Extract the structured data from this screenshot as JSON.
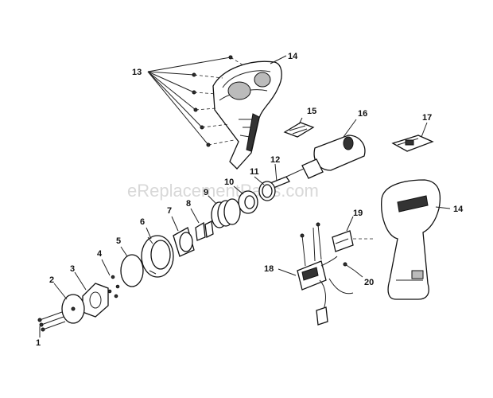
{
  "watermark": "eReplacementParts.com",
  "callouts": [
    "1",
    "2",
    "3",
    "4",
    "5",
    "6",
    "7",
    "8",
    "9",
    "10",
    "11",
    "12",
    "13",
    "14",
    "15",
    "16",
    "17",
    "18",
    "19",
    "14",
    "20"
  ]
}
